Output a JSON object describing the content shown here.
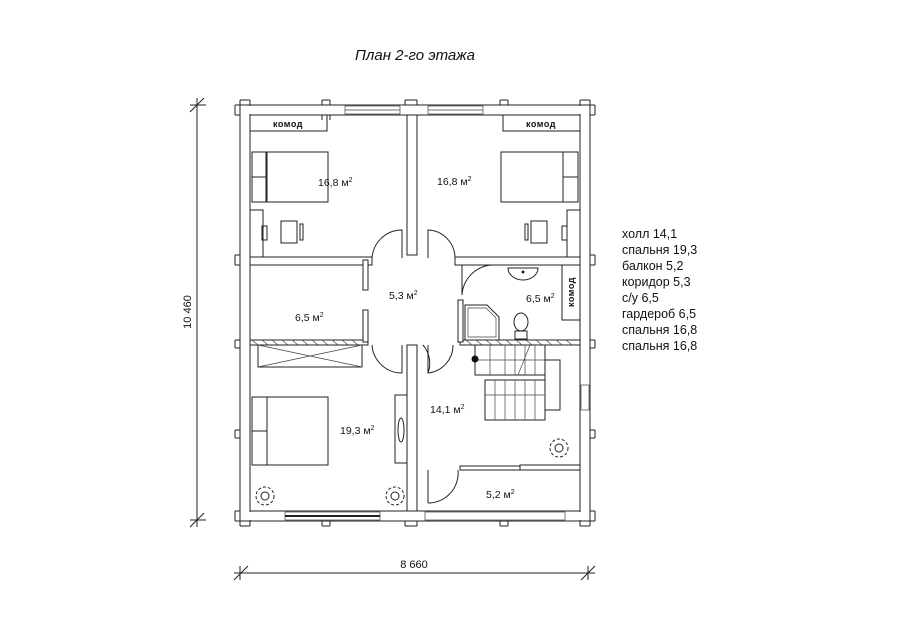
{
  "title": "План 2-го этажа",
  "rooms": {
    "bedroom_top_left": "16,8 м",
    "bedroom_top_right": "16,8 м",
    "wardrobe": "6,5 м",
    "corridor": "5,3 м",
    "bathroom": "6,5 м",
    "bedroom_bottom": "19,3 м",
    "hall": "14,1 м",
    "balcony": "5,2 м",
    "sup": "2"
  },
  "furniture": {
    "komod_left": "комод",
    "komod_right": "комод",
    "komod_bath": "комод"
  },
  "dimensions": {
    "height": "10 460",
    "width": "8 660"
  },
  "legend": [
    "холл 14,1",
    "спальня 19,3",
    "балкон 5,2",
    "коридор 5,3",
    "с/у 6,5",
    "гардероб 6,5",
    "спальня 16,8",
    "спальня 16,8"
  ]
}
